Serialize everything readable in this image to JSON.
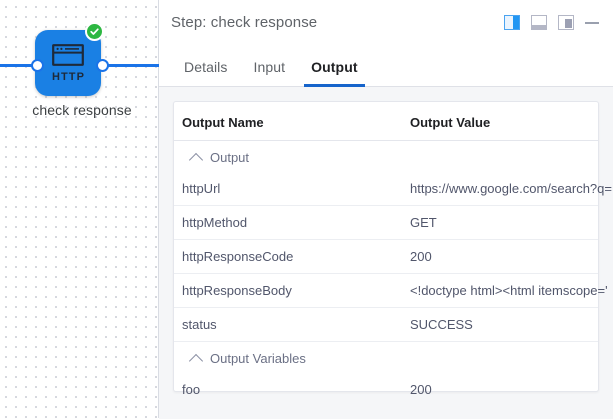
{
  "canvas": {
    "node": {
      "icon_name": "http-browser-icon",
      "icon_text": "HTTP",
      "label": "check response",
      "status_badge": "check-success",
      "color": "#1a80e4",
      "badge_color": "#2db742"
    },
    "edge_color": "#1a73e8"
  },
  "panel": {
    "header": {
      "title": "Step: check response",
      "actions": [
        {
          "name": "dock-right-icon",
          "label": "Dock right",
          "active": true
        },
        {
          "name": "dock-bottom-icon",
          "label": "Dock bottom",
          "active": false
        },
        {
          "name": "popout-icon",
          "label": "Pop out",
          "active": false
        },
        {
          "name": "minimize-icon",
          "label": "Minimize",
          "active": false
        }
      ]
    },
    "tabs": [
      {
        "label": "Details",
        "active": false
      },
      {
        "label": "Input",
        "active": false
      },
      {
        "label": "Output",
        "active": true
      }
    ],
    "table": {
      "headers": {
        "name": "Output Name",
        "value": "Output Value"
      },
      "groups": [
        {
          "title": "Output",
          "expanded": true,
          "rows": [
            {
              "name": "httpUrl",
              "value": "https://www.google.com/search?q="
            },
            {
              "name": "httpMethod",
              "value": "GET"
            },
            {
              "name": "httpResponseCode",
              "value": "200"
            },
            {
              "name": "httpResponseBody",
              "value": "<!doctype html><html itemscope='"
            },
            {
              "name": "status",
              "value": "SUCCESS"
            }
          ]
        },
        {
          "title": "Output Variables",
          "expanded": true,
          "rows": [
            {
              "name": "foo",
              "value": "200"
            }
          ]
        }
      ]
    }
  }
}
